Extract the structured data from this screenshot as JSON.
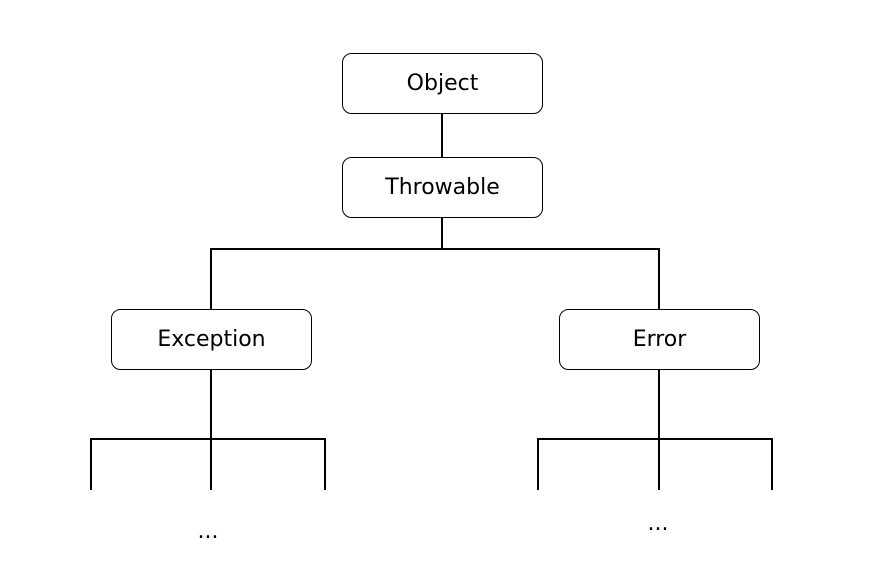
{
  "diagram": {
    "nodes": {
      "object": "Object",
      "throwable": "Throwable",
      "exception": "Exception",
      "error": "Error"
    },
    "continuations": {
      "exception_children": "...",
      "error_children": "..."
    }
  }
}
